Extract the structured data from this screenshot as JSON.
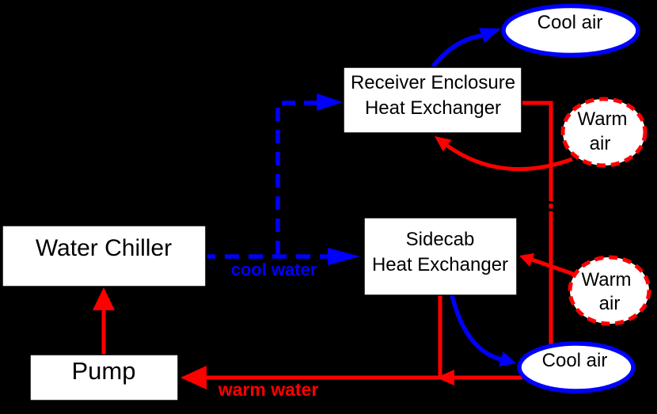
{
  "colors": {
    "background": "#000000",
    "cold": "#0000ff",
    "hot": "#ff0000",
    "node_fill": "#ffffff",
    "node_border": "#000000",
    "node_text": "#000000"
  },
  "nodes": {
    "water_chiller": {
      "label": "Water Chiller"
    },
    "pump": {
      "label": "Pump"
    },
    "receiver_hx": {
      "line1": "Receiver Enclosure",
      "line2": "Heat Exchanger"
    },
    "sidecab_hx": {
      "line1": "Sidecab",
      "line2": "Heat Exchanger"
    },
    "cool_air_receiver": {
      "label": "Cool air"
    },
    "warm_air_receiver": {
      "line1": "Warm",
      "line2": "air"
    },
    "warm_air_sidecab": {
      "line1": "Warm",
      "line2": "air"
    },
    "cool_air_sidecab": {
      "label": "Cool air"
    }
  },
  "flows": {
    "cool_water_label": "cool water",
    "warm_water_label": "warm water"
  }
}
